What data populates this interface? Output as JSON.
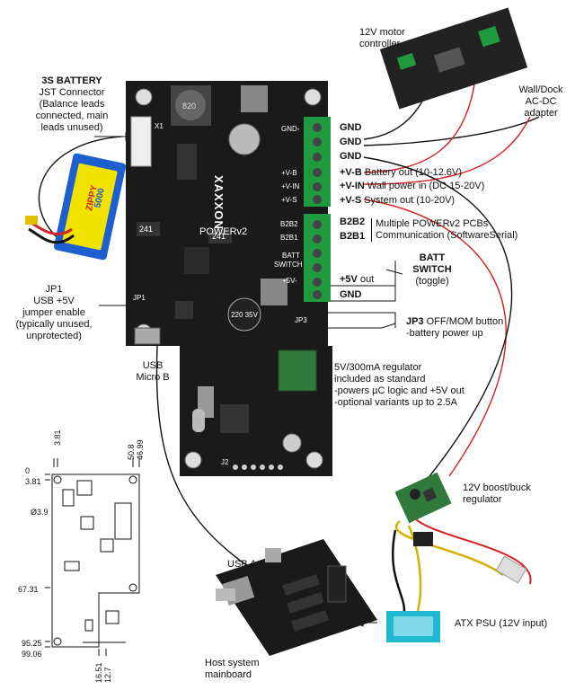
{
  "battery": {
    "title": "3S BATTERY",
    "sub": "JST Connector",
    "desc1": "(Balance leads",
    "desc2": "connected, main",
    "desc3": "leads unused)",
    "brand": "ZIPPY",
    "cap": "5000"
  },
  "motor": {
    "line1": "12V motor",
    "line2": "controller"
  },
  "wall": {
    "line1": "Wall/Dock",
    "line2": "AC-DC",
    "line3": "adapter"
  },
  "pins": {
    "gnd1": "GND",
    "gnd2": "GND",
    "gnd3": "GND",
    "vb": "+V-B",
    "vb_desc": "Battery out (10-12.6V)",
    "vin": "+V-IN",
    "vin_desc": "Wall power in (DC 15-20V)",
    "vs": "+V-S",
    "vs_desc": "System out (10-20V)",
    "b2b2": "B2B2",
    "b2b1": "B2B1",
    "b2b_desc1": "Multiple POWERv2 PCBs",
    "b2b_desc2": "Communication (SoftwareSerial)",
    "v5": "+5V",
    "v5_desc": "out",
    "gnd4": "GND"
  },
  "batt_switch": {
    "line1": "BATT",
    "line2": "SWITCH",
    "line3": "(toggle)"
  },
  "jp3": {
    "label": "JP3",
    "desc1": "OFF/MOM button",
    "desc2": "-battery power up"
  },
  "jp1": {
    "title": "JP1",
    "line2": "USB +5V",
    "line3": "jumper enable",
    "line4": "(typically unused,",
    "line5": "unprotected)"
  },
  "usb": {
    "line1": "USB",
    "line2": "Micro B",
    "a": "USB A"
  },
  "regulator": {
    "line1": "5V/300mA regulator",
    "line2": "included as standard",
    "line3": "-powers µC logic and +5V out",
    "line4": "-optional variants up to 2.5A"
  },
  "boost": {
    "line1": "12V boost/buck",
    "line2": "regulator"
  },
  "atx": "ATX PSU (12V input)",
  "host": {
    "line1": "Host system",
    "line2": "mainboard"
  },
  "pcb": {
    "brand": "XAXXON",
    "model": "POWERv2",
    "silk_gnd": "GND-",
    "silk_vb": "+V-B",
    "silk_vin": "+V-IN",
    "silk_vs": "+V-S",
    "silk_b2b2": "B2B2",
    "silk_b2b1": "B2B1",
    "silk_batt": "BATT",
    "silk_switch": "SWITCH",
    "silk_5v": "+5V-",
    "silk_jp1": "JP1",
    "silk_jp3": "JP3",
    "silk_x1": "X1",
    "silk_j2": "J2",
    "ic_241a": "241",
    "ic_241b": "241",
    "cap_val": "220 35V",
    "ind_val": "820"
  },
  "dims": {
    "d0": "0",
    "d381": "3.81",
    "d39": "Ø3.9",
    "d6731": "67.31",
    "d9525": "95.25",
    "d9906": "99.06",
    "d508": "50.8",
    "d4699": "46.99",
    "d1651": "16.51",
    "d127": "12.7"
  },
  "colors": {
    "pcb": "#1a1a1a",
    "red_wire": "#d42020",
    "black_wire": "#111111",
    "reg_green": "#2f7a3a",
    "terminal": "#1f9a3f"
  }
}
